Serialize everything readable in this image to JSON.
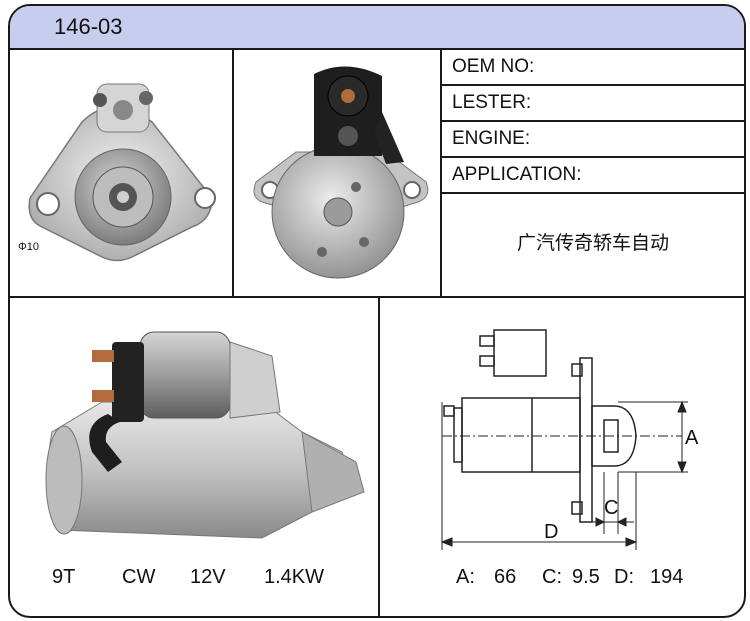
{
  "header": {
    "title": "146-03"
  },
  "fields": [
    {
      "label": "OEM NO:"
    },
    {
      "label": "LESTER:"
    },
    {
      "label": "ENGINE:"
    },
    {
      "label": "APPLICATION:"
    }
  ],
  "application_text": "广汽传奇轿车自动",
  "photo_front": {
    "hole_label": "Φ10"
  },
  "specs": {
    "teeth": "9T",
    "rotation": "CW",
    "voltage": "12V",
    "power": "1.4KW"
  },
  "diagram": {
    "label_a": "A",
    "label_c": "C",
    "label_d": "D"
  },
  "dimensions": {
    "a_label": "A:",
    "a_value": "66",
    "c_label": "C:",
    "c_value": "9.5",
    "d_label": "D:",
    "d_value": "194"
  },
  "colors": {
    "header_bg": "#c7cdee",
    "border": "#1a1a1a"
  }
}
